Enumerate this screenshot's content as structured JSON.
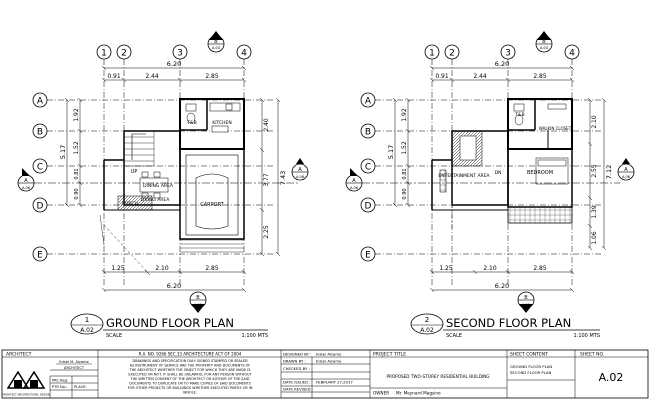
{
  "ground": {
    "title": "GROUND FLOOR PLAN",
    "number": "1",
    "sheet": "A.02",
    "scale_label": "SCALE",
    "scale": "1:100 MTS",
    "top_dim_total": "6.20",
    "bottom_dim_total": "6.20",
    "top_dims": [
      "0.91",
      "2.44",
      "2.85"
    ],
    "bottom_dims": [
      "1.25",
      "2.10",
      "2.85"
    ],
    "left_dims": [
      "1.92",
      "1.52",
      "0.81",
      "0.90"
    ],
    "left_total": "5.17",
    "right_dims": [
      "2.40",
      "3.77",
      "2.25"
    ],
    "right_total": "7.43",
    "rooms": [
      "T&B",
      "KITCHEN",
      "UP",
      "DINING AREA",
      "LIVING AREA",
      "PORCH",
      "CARPORT"
    ],
    "section_top": {
      "letter": "B",
      "sheet": "A.03"
    },
    "section_bottom": {
      "letter": "B",
      "sheet": "A.03"
    },
    "section_left": {
      "letter": "A",
      "sheet": "A.06"
    },
    "section_right": {
      "letter": "A",
      "sheet": "A.06"
    }
  },
  "second": {
    "title": "SECOND FLOOR PLAN",
    "number": "2",
    "sheet": "A.02",
    "scale_label": "SCALE",
    "scale": "1:100 MTS",
    "top_dim_total": "6.20",
    "bottom_dim_total": "6.20",
    "top_dims": [
      "0.91",
      "2.44",
      "2.85"
    ],
    "bottom_dims": [
      "1.25",
      "2.10",
      "2.85"
    ],
    "left_dims": [
      "1.92",
      "1.52",
      "0.81",
      "0.90"
    ],
    "left_total": "5.17",
    "right_dims": [
      "2.10",
      "2.55",
      "1.39",
      "1.06"
    ],
    "right_total": "7.12",
    "rooms": [
      "T&B",
      "WALKIN CLOSET",
      "ENTERTAINMENT AREA",
      "DN",
      "BEDROOM"
    ],
    "section_top": {
      "letter": "B",
      "sheet": "A.03"
    },
    "section_bottom": {
      "letter": "B",
      "sheet": "A.03"
    },
    "section_left": {
      "letter": "A",
      "sheet": "A.06"
    },
    "section_right": {
      "letter": "A",
      "sheet": "A.06"
    }
  },
  "grid": {
    "columns": [
      "1",
      "2",
      "3",
      "4"
    ],
    "rows": [
      "A",
      "B",
      "C",
      "D",
      "E"
    ]
  },
  "title_block": {
    "architect_label": "ARCHITECT",
    "architect_name": "Edsel M. Alzame",
    "architect_title": "ARCHITECT",
    "prc_label": "PRC Reg:",
    "ptr_label": "PTR No.:",
    "place_label": "PLACE:",
    "firm_name": "ARCHITECT ARCHITECTURAL DESIGN",
    "ra_note": "R.A. NO. 9266 SEC.33 ARCHITECTURE ACT OF 2004",
    "notice_lines": [
      "DRAWINGS AND SPECIFICATION DULY SIGNED STAMPED OR SEALED",
      "AS INSTRUMENT OF SERVICE ARE THE PROPERTY AND DOCUMENTS OF",
      "THE ARCHITECT WHETHER THE OBJECT FOR WHICH THEY ARE MADE IS",
      "EXECUTED OR NOT. IT SHALL BE UNLAWFUL FOR ANY PERSON WITHOUT",
      "THE WRITTEN CONSENT OF THE ARCHITECT OR AUTHOR OF THE SAID",
      "DOCUMENTS TO DUPLICATE OR TO MAKE COPIES OF SAID DOCUMENTS",
      "FOR OTHER PROJECTS OR BUILDINGS WHETHER EXECUTED PARTLY OR IN",
      "WHOLE."
    ],
    "designed_by_label": "DESIGNED BY :",
    "designed_by": "Edsel Alzame",
    "drawn_by_label": "DRAWN BY :",
    "drawn_by": "Edsel Alzame",
    "checked_by_label": "CHECKED BY :",
    "checked_by": "",
    "date_issued_label": "DATE ISSUED :",
    "date_issued": "FEBRUARY 27,2017",
    "date_revised_label": "DATE REVISED :",
    "date_revised": "",
    "project_title_label": "PROJECT TITLE",
    "project_title": "PROPOSED TWO-STOREY RESIDENTIAL BUILDING",
    "owner_label": "OWNER",
    "owner": "Mr. Meynard Magsino",
    "sheet_content_label": "SHEET CONTENT",
    "sheet_content": [
      "GROUND FLOOR PLAN",
      "SECOND FLOOR PLAN"
    ],
    "sheet_no_label": "SHEET NO.",
    "sheet_no": "A.02"
  }
}
